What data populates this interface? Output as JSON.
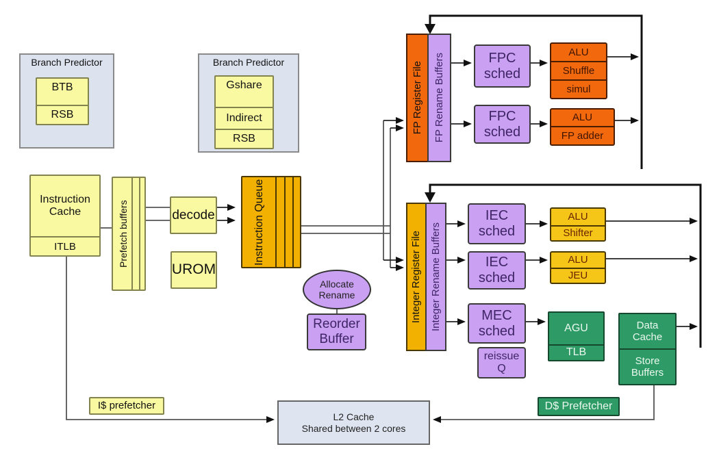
{
  "branch_predictor_1": {
    "title": "Branch Predictor",
    "items": [
      "BTB",
      "RSB"
    ]
  },
  "branch_predictor_2": {
    "title": "Branch Predictor",
    "items": [
      "Gshare",
      "Indirect",
      "RSB"
    ]
  },
  "front_end": {
    "instruction_cache": "Instruction\nCache",
    "itlb": "ITLB",
    "prefetch_buffers": "Prefetch buffers",
    "decode": "decode",
    "urom": "UROM",
    "instruction_queue": "Instruction Queue"
  },
  "allocate": {
    "ellipse_label": "Allocate\nRename",
    "reorder_buffer": "Reorder\nBuffer"
  },
  "fp_cluster": {
    "register_file": "FP Register File",
    "rename_buffers": "FP Rename Buffers",
    "sched_top": "FPC\nsched",
    "sched_bottom": "FPC\nsched",
    "alu_top_rows": [
      "ALU",
      "Shuffle",
      "simul"
    ],
    "alu_bottom_rows": [
      "ALU",
      "FP adder"
    ]
  },
  "int_cluster": {
    "register_file": "Integer Register File",
    "rename_buffers": "Integer Rename Buffers",
    "sched_1": "IEC\nsched",
    "sched_2": "IEC\nsched",
    "sched_mem": "MEC\nsched",
    "reissue_q": "reissue\nQ",
    "alu_1_rows": [
      "ALU",
      "Shifter"
    ],
    "alu_2_rows": [
      "ALU",
      "JEU"
    ],
    "agu_rows": [
      "AGU",
      "TLB"
    ],
    "data_cache_rows": [
      "Data\nCache",
      "Store\nBuffers"
    ]
  },
  "bottom": {
    "i_prefetcher": "I$ prefetcher",
    "d_prefetcher": "D$ Prefetcher",
    "l2_cache": "L2 Cache\nShared between 2 cores"
  },
  "colors": {
    "yellow": "#F9F9A2",
    "gold": "#F2B100",
    "gold_alu": "#F5C518",
    "orange": "#F2690D",
    "purple": "#C9A0F2",
    "green": "#2E9B66",
    "panel_blue": "#DCE2EE",
    "line": "#555555",
    "arrow": "#111111"
  }
}
